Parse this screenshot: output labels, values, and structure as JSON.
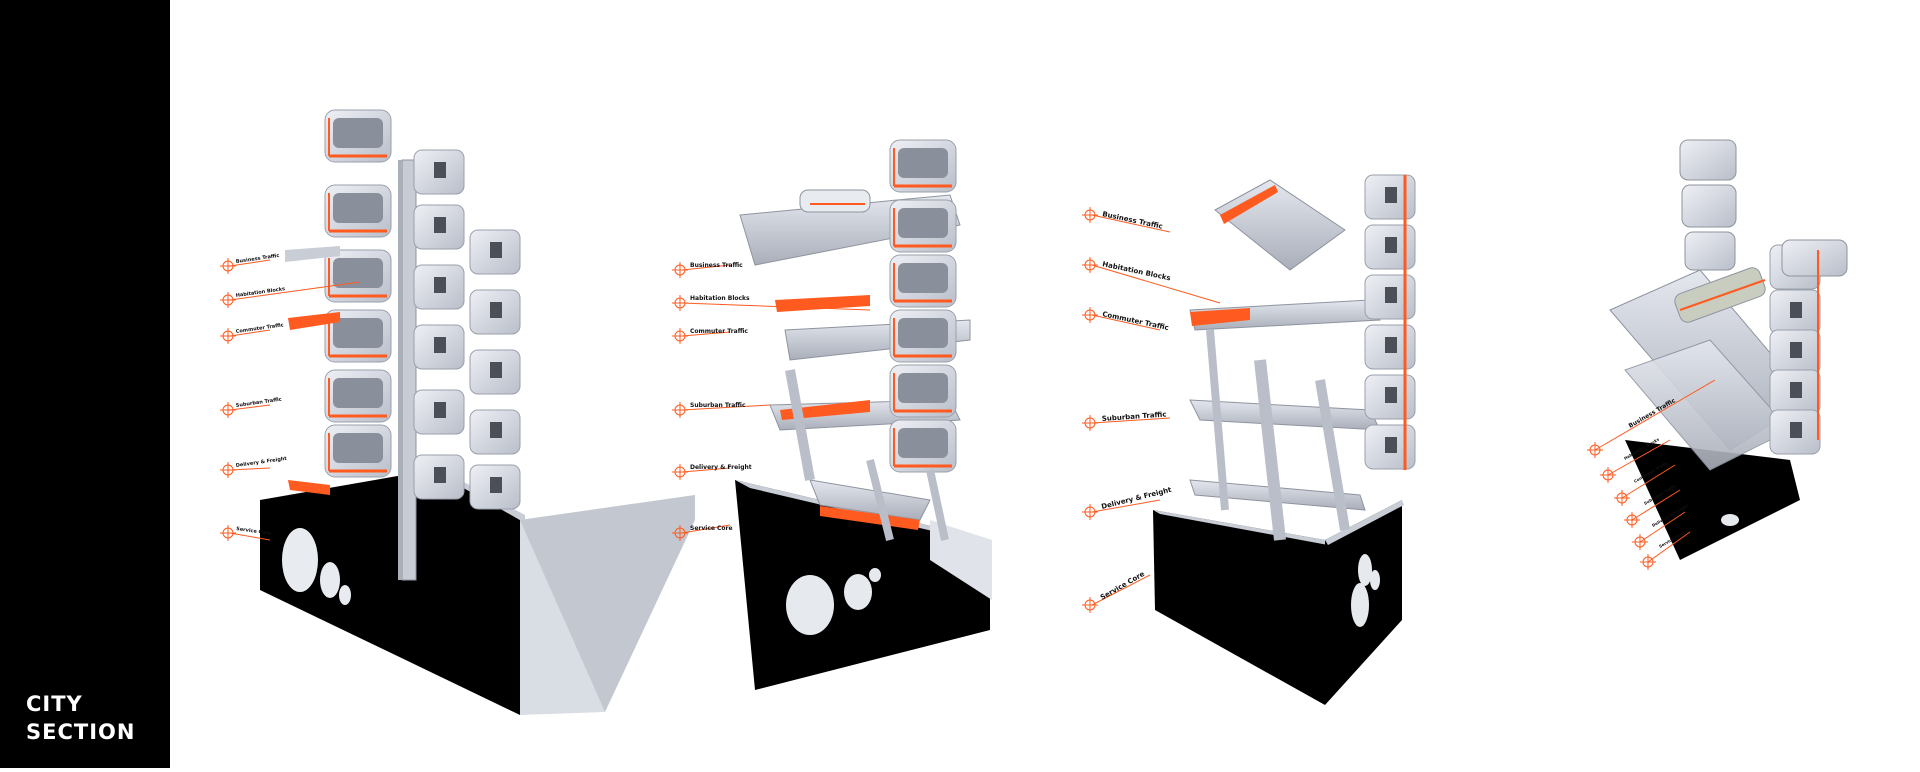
{
  "sidebar": {
    "title_line1": "CITY",
    "title_line2": "SECTION"
  },
  "colors": {
    "accent": "#ff5a1f",
    "structure": "#cfd3dc",
    "ground": "#000000",
    "background": "#ffffff"
  },
  "diagrams": [
    {
      "labels": [
        "Business Traffic",
        "Habitation Blocks",
        "Commuter Traffic",
        "Suburban Traffic",
        "Delivery & Freight",
        "Service Core"
      ]
    },
    {
      "labels": [
        "Business Traffic",
        "Habitation Blocks",
        "Commuter Traffic",
        "Suburban Traffic",
        "Delivery & Freight",
        "Service Core"
      ]
    },
    {
      "labels": [
        "Business Traffic",
        "Habitation Blocks",
        "Commuter Traffic",
        "Suburban Traffic",
        "Delivery & Freight",
        "Service Core"
      ]
    },
    {
      "labels": [
        "Business Traffic",
        "Habitation Blocks",
        "Commuter Traffic",
        "Suburban Traffic",
        "Delivery & Freight",
        "Service Core"
      ]
    }
  ]
}
